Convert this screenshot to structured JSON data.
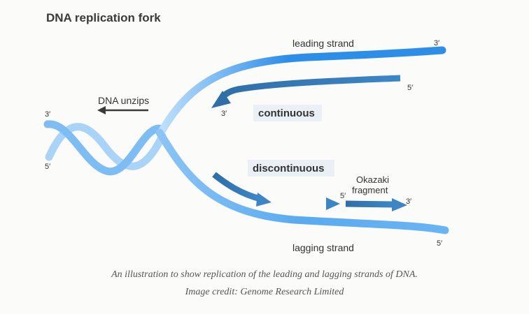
{
  "title": "DNA replication fork",
  "labels": {
    "leading_strand": "leading strand",
    "lagging_strand": "lagging strand",
    "dna_unzips": "DNA unzips",
    "continuous": "continuous",
    "discontinuous": "discontinuous",
    "okazaki_line1": "Okazaki",
    "okazaki_line2": "fragment",
    "three_prime": "3′",
    "five_prime": "5′"
  },
  "caption": {
    "line1": "An illustration to show replication of the leading and lagging strands of DNA.",
    "line2": "Image credit: Genome Research Limited"
  },
  "colors": {
    "strand_blue": "#2d8ee8",
    "strand_light": "#a9d4f7",
    "new_strand": "#3578b5",
    "label_bg": "#eaf0f6",
    "text": "#333333"
  }
}
